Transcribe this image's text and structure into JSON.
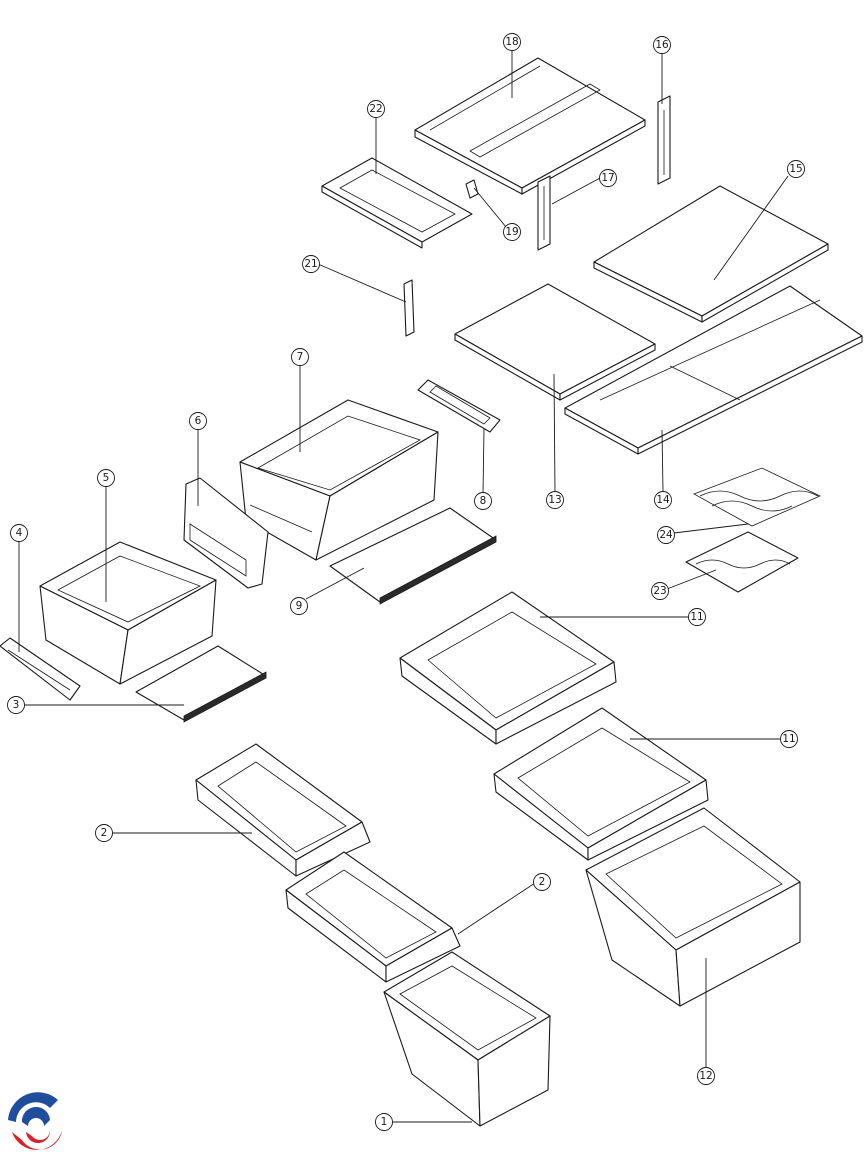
{
  "callouts": [
    {
      "id": "c18",
      "label": "18"
    },
    {
      "id": "c16",
      "label": "16"
    },
    {
      "id": "c22",
      "label": "22"
    },
    {
      "id": "c17",
      "label": "17"
    },
    {
      "id": "c15",
      "label": "15"
    },
    {
      "id": "c19",
      "label": "19"
    },
    {
      "id": "c21",
      "label": "21"
    },
    {
      "id": "c7",
      "label": "7"
    },
    {
      "id": "c6",
      "label": "6"
    },
    {
      "id": "c5",
      "label": "5"
    },
    {
      "id": "c13",
      "label": "13"
    },
    {
      "id": "c8",
      "label": "8"
    },
    {
      "id": "c14",
      "label": "14"
    },
    {
      "id": "c4",
      "label": "4"
    },
    {
      "id": "c24",
      "label": "24"
    },
    {
      "id": "c9",
      "label": "9"
    },
    {
      "id": "c23",
      "label": "23"
    },
    {
      "id": "c11a",
      "label": "11"
    },
    {
      "id": "c3",
      "label": "3"
    },
    {
      "id": "c11b",
      "label": "11"
    },
    {
      "id": "c2a",
      "label": "2"
    },
    {
      "id": "c2b",
      "label": "2"
    },
    {
      "id": "c12",
      "label": "12"
    },
    {
      "id": "c1",
      "label": "1"
    }
  ],
  "logo": {
    "name": "swirl-logo",
    "colors": [
      "#1f4e9c",
      "#d8232a"
    ]
  }
}
